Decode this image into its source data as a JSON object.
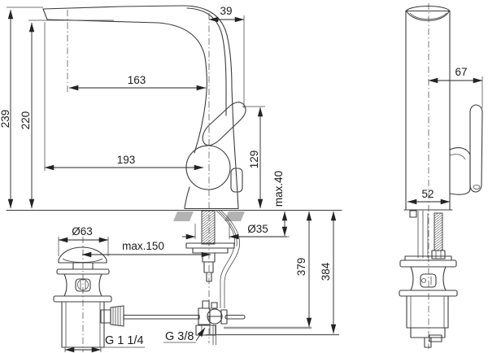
{
  "drawing": {
    "front_view": {
      "dimensions": {
        "total_height": "239",
        "spout_outlet_height": "220",
        "aerator_reach": "163",
        "spout_tip_reach": "193",
        "handle_overhang": "39",
        "handle_clearance_height": "129",
        "max_deck_thickness": "max.40",
        "mounting_hole_diameter": "Ø35",
        "waste_cap_diameter": "Ø63",
        "popup_rod_max_reach": "max.150",
        "hose_end_height_inner": "379",
        "hose_end_height_outer": "384",
        "waste_thread": "G 1 1/4",
        "supply_thread": "G 3/8"
      }
    },
    "side_view": {
      "dimensions": {
        "handle_depth": "67",
        "body_depth": "52"
      }
    },
    "colors": {
      "line": "#3c3c3c",
      "dimension_line": "#232323",
      "counter_fill": "#b3b3b3",
      "hose_line": "#9a9a9a",
      "background": "#ffffff"
    }
  }
}
